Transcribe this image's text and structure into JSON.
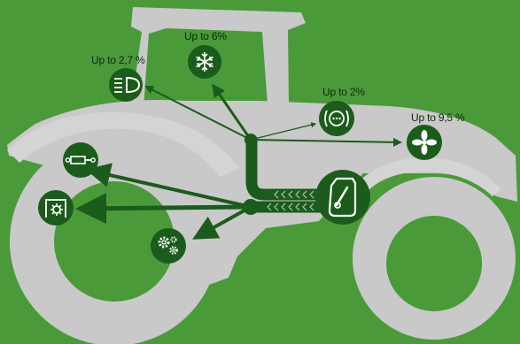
{
  "labels": {
    "headlights": "Up to 2,7 %",
    "aircon": "Up to 6%",
    "brake": "Up to 2%",
    "fan": "Up to 9,5 %"
  },
  "icons": {
    "headlights": "headlight-icon",
    "aircon": "snowflake-icon",
    "brake": "brake-icon",
    "fan": "fan-icon",
    "hydraulic": "hydraulic-cylinder-icon",
    "pto": "pto-icon",
    "gearbox": "gears-icon",
    "engine": "engine-fuel-icon"
  },
  "colors": {
    "background": "#4a9a3a",
    "tractor": "#c9c9c9",
    "tractor_light": "#d4d4d4",
    "icon_fill": "#1b5b1b",
    "arrow": "#1b5b1b",
    "flow_chevrons": "#9fbf9f"
  }
}
